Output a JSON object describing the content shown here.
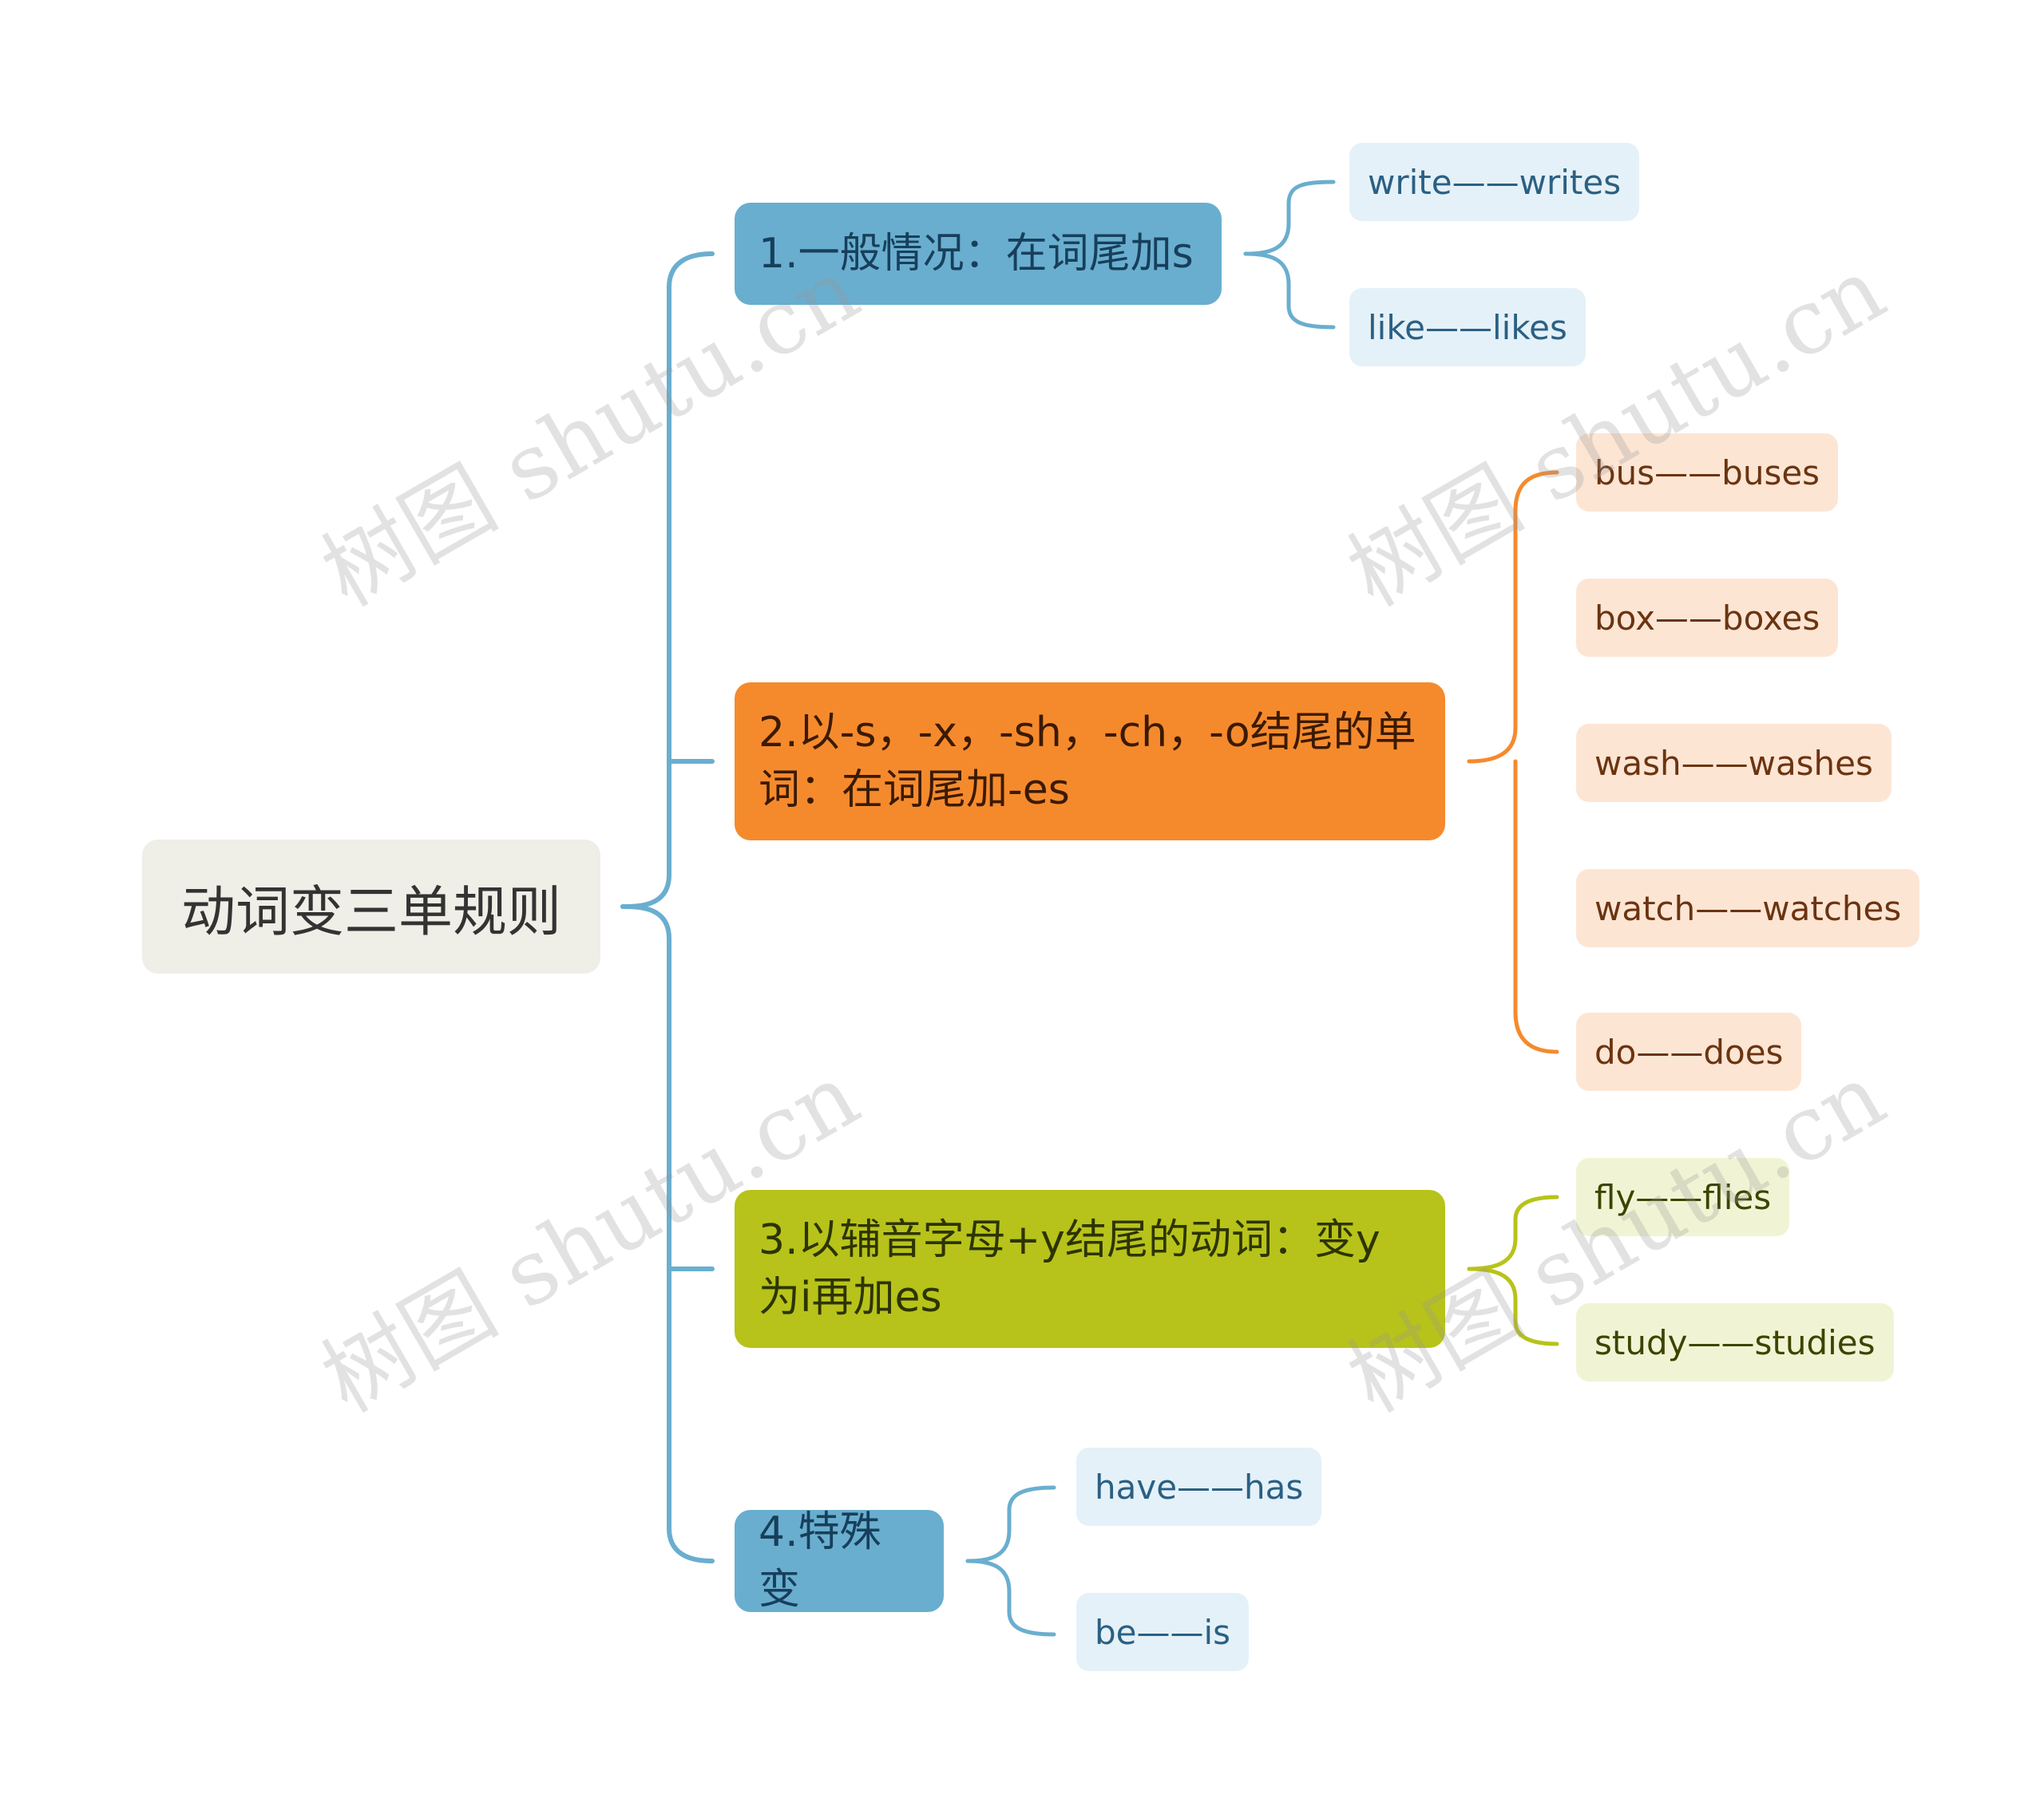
{
  "root": {
    "label": "动词变三单规则"
  },
  "branches": [
    {
      "label": "1.一般情况：在词尾加s",
      "color": "#6aaecf",
      "leaves": [
        "write——writes",
        "like——likes"
      ]
    },
    {
      "label": "2.以-s，-x，-sh，-ch，-o结尾的单词：在词尾加-es",
      "color": "#f58a2d",
      "leaves": [
        "bus——buses",
        "box——boxes",
        "wash——washes",
        "watch——watches",
        "do——does"
      ]
    },
    {
      "label": "3.以辅音字母+y结尾的动词：变y为i再加es",
      "color": "#b7c31a",
      "leaves": [
        "fly——flies",
        "study——studies"
      ]
    },
    {
      "label": "4.特殊变",
      "color": "#6aaecf",
      "leaves": [
        "have——has",
        "be——is"
      ]
    }
  ],
  "watermark": "树图 shutu.cn"
}
